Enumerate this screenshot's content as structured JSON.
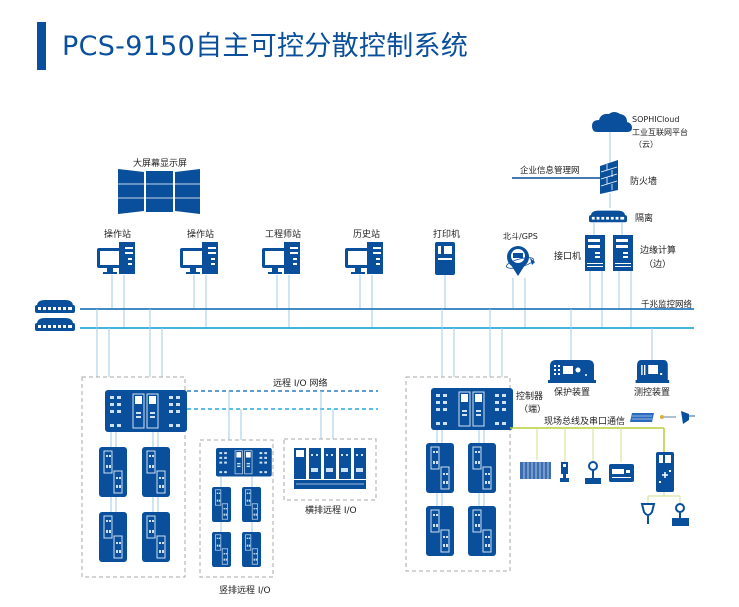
{
  "title": "PCS-9150自主可控分散控制系统",
  "colors": {
    "primary_blue": "#0a4f9b",
    "light_blue_line": "#9fcbe6",
    "network_line": "#2a7bbf",
    "cyan_line": "#27a9d8",
    "fieldbus_green": "#b5cf3a",
    "dashed_border": "#aaaaaa"
  },
  "cloud": {
    "line1": "SOPHICloud",
    "line2": "工业互联网平台",
    "line3": "（云）"
  },
  "enterprise_network": "企业信息管理网",
  "firewall": "防火墙",
  "isolation": "隔离",
  "interface_machine": "接口机",
  "edge_computing": {
    "line1": "边缘计算",
    "line2": "（边）"
  },
  "big_screen": "大屏幕显示屏",
  "stations": [
    "操作站",
    "操作站",
    "工程师站",
    "历史站"
  ],
  "printer": "打印机",
  "gps": "北斗/GPS",
  "gigabit_network": "千兆监控网络",
  "remote_io_network": "远程 I/O 网络",
  "vertical_remote_io": "竖排远程 I/O",
  "horizontal_remote_io": "横排远程 I/O",
  "controller": {
    "line1": "控制器",
    "line2": "（端）"
  },
  "protection_device": "保护装置",
  "measurement_control_device": "测控装置",
  "fieldbus": "现场总线及串口通信"
}
